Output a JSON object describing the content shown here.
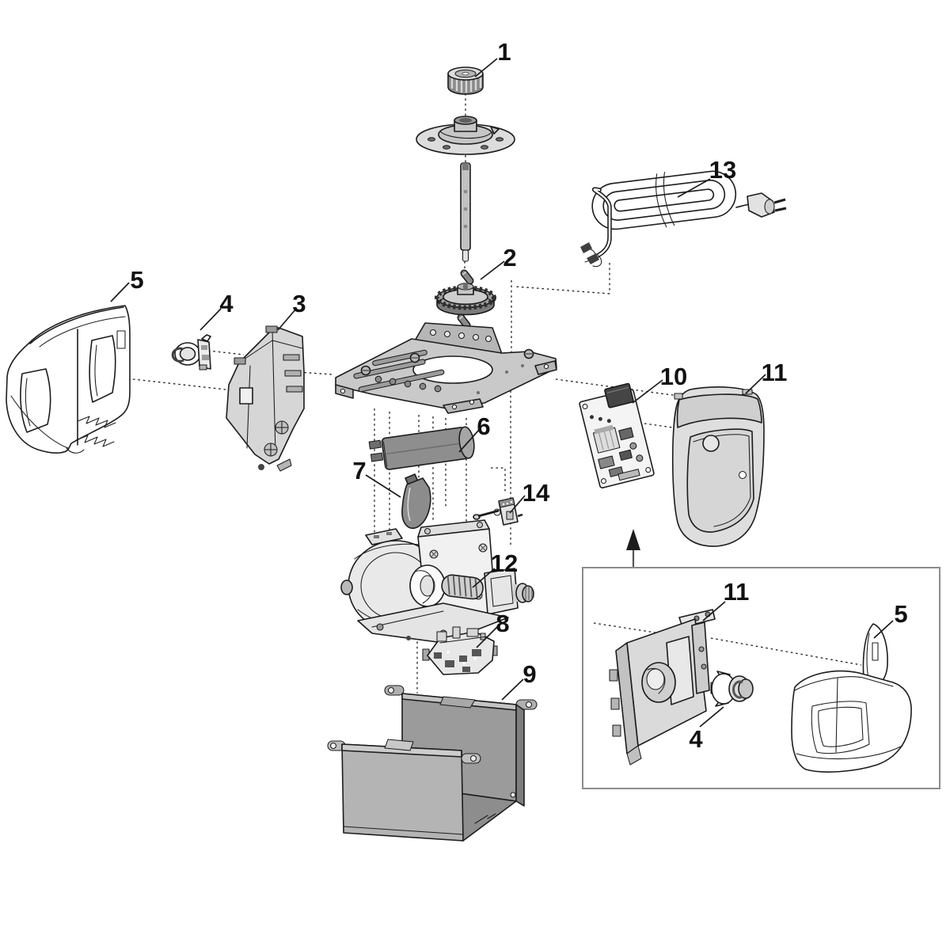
{
  "figure": {
    "kind": "exploded-parts-diagram",
    "colors": {
      "outline": "#1c1c1c",
      "label": "#111111",
      "fill-white": "#ffffff",
      "fill-light": "#dcdcdc",
      "fill-mid": "#c6c6c6",
      "fill-gray": "#a8a8a8",
      "fill-dark": "#8e8e8e",
      "fill-darker": "#6b6b6b",
      "fill-black": "#3f3f3f",
      "fill-board": "#f4f4f4",
      "inset-border": "#8c8c8c"
    },
    "callouts": [
      {
        "text": "1",
        "part": "drive-pulley"
      },
      {
        "text": "2",
        "part": "drive-gear"
      },
      {
        "text": "3",
        "part": "side-bracket"
      },
      {
        "text": "4",
        "part": "lamp-socket"
      },
      {
        "text": "5",
        "part": "left-housing-shell"
      },
      {
        "text": "6",
        "part": "capacitor"
      },
      {
        "text": "7",
        "part": "capacitor-clamp"
      },
      {
        "text": "8",
        "part": "switch-block"
      },
      {
        "text": "9",
        "part": "bottom-cover"
      },
      {
        "text": "10",
        "part": "circuit-board"
      },
      {
        "text": "11",
        "part": "right-housing-shell"
      },
      {
        "text": "12",
        "part": "motor-assembly"
      },
      {
        "text": "13",
        "part": "power-cord"
      },
      {
        "text": "14",
        "part": "micro-switch"
      },
      {
        "text": "11",
        "part": "inset-bracket"
      },
      {
        "text": "5",
        "part": "inset-housing-shell"
      },
      {
        "text": "4",
        "part": "inset-lamp-socket"
      }
    ]
  }
}
